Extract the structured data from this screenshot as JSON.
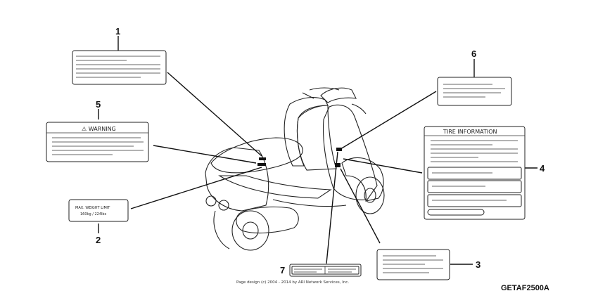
{
  "callouts": [
    {
      "id": "1",
      "label": "1"
    },
    {
      "id": "2",
      "label": "2"
    },
    {
      "id": "3",
      "label": "3"
    },
    {
      "id": "4",
      "label": "4"
    },
    {
      "id": "5",
      "label": "5"
    },
    {
      "id": "6",
      "label": "6"
    },
    {
      "id": "7",
      "label": "7"
    }
  ],
  "labels": {
    "warning": "⚠ WARNING",
    "tire_info": "TIRE INFORMATION",
    "max_weight_line1": "MAX. WEIGHT LIMIT",
    "max_weight_line2": "160kg / 224lbs"
  },
  "footer": {
    "copyright": "Page design (c) 2004 - 2014 by ARI Network Services, Inc.",
    "diagram_code": "GETAF2500A"
  },
  "colors": {
    "line": "#111111",
    "hatch": "#9a9a9a"
  }
}
